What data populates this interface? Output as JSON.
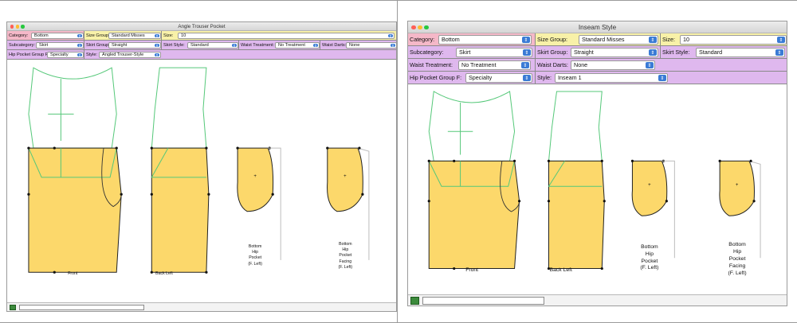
{
  "colors": {
    "pink": "#f5b8c8",
    "yellow": "#f8f1a8",
    "purple": "#dfb8ee",
    "fill": "#fcd86b",
    "green": "#55c879",
    "grey": "#bdbdbd"
  },
  "left": {
    "title": "Angle Trouser Pocket",
    "rows": [
      [
        {
          "label": "Category:",
          "value": "Bottom",
          "color": "pink"
        },
        {
          "label": "Size Group:",
          "value": "Standard Misses",
          "color": "yellow"
        },
        {
          "label": "Size:",
          "value": "10",
          "color": "yellow"
        }
      ],
      [
        {
          "label": "Subcategory:",
          "value": "Skirt",
          "color": "purple"
        },
        {
          "label": "Skirt Group:",
          "value": "Straight",
          "color": "purple"
        },
        {
          "label": "Skirt Style:",
          "value": "Standard",
          "color": "purple"
        },
        {
          "label": "Waist Treatment:",
          "value": "No Treatment",
          "color": "purple"
        },
        {
          "label": "Waist Darts:",
          "value": "None",
          "color": "purple"
        }
      ],
      [
        {
          "label": "Hip Pocket Group F:",
          "value": "Specialty",
          "color": "purple"
        },
        {
          "label": "Style:",
          "value": "Angled Trouser-Style",
          "color": "purple"
        }
      ]
    ],
    "captions": [
      "Front",
      "Back Left",
      "Bottom\nHip\nPocket\n(F. Left)",
      "Bottom\nHip\nPocket\nFacing\n(F. Left)"
    ]
  },
  "right": {
    "title": "Inseam Style",
    "rows": [
      [
        {
          "label": "Category:",
          "value": "Bottom",
          "color": "pink"
        },
        {
          "label": "Size Group:",
          "value": "Standard Misses",
          "color": "yellow"
        },
        {
          "label": "Size:",
          "value": "10",
          "color": "yellow"
        }
      ],
      [
        {
          "label": "Subcategory:",
          "value": "Skirt",
          "color": "purple"
        },
        {
          "label": "Skirt Group:",
          "value": "Straight",
          "color": "purple"
        },
        {
          "label": "Skirt Style:",
          "value": "Standard",
          "color": "purple"
        }
      ],
      [
        {
          "label": "Waist Treatment:",
          "value": "No Treatment",
          "color": "purple"
        },
        {
          "label": "Waist Darts:",
          "value": "None",
          "color": "purple"
        }
      ],
      [
        {
          "label": "Hip Pocket Group F:",
          "value": "Specialty",
          "color": "purple"
        },
        {
          "label": "Style:",
          "value": "Inseam 1",
          "color": "purple"
        }
      ]
    ],
    "captions": [
      "Front",
      "Back Left",
      "Bottom\nHip\nPocket\n(F. Left)",
      "Bottom\nHip\nPocket\nFacing\n(F. Left)"
    ]
  }
}
